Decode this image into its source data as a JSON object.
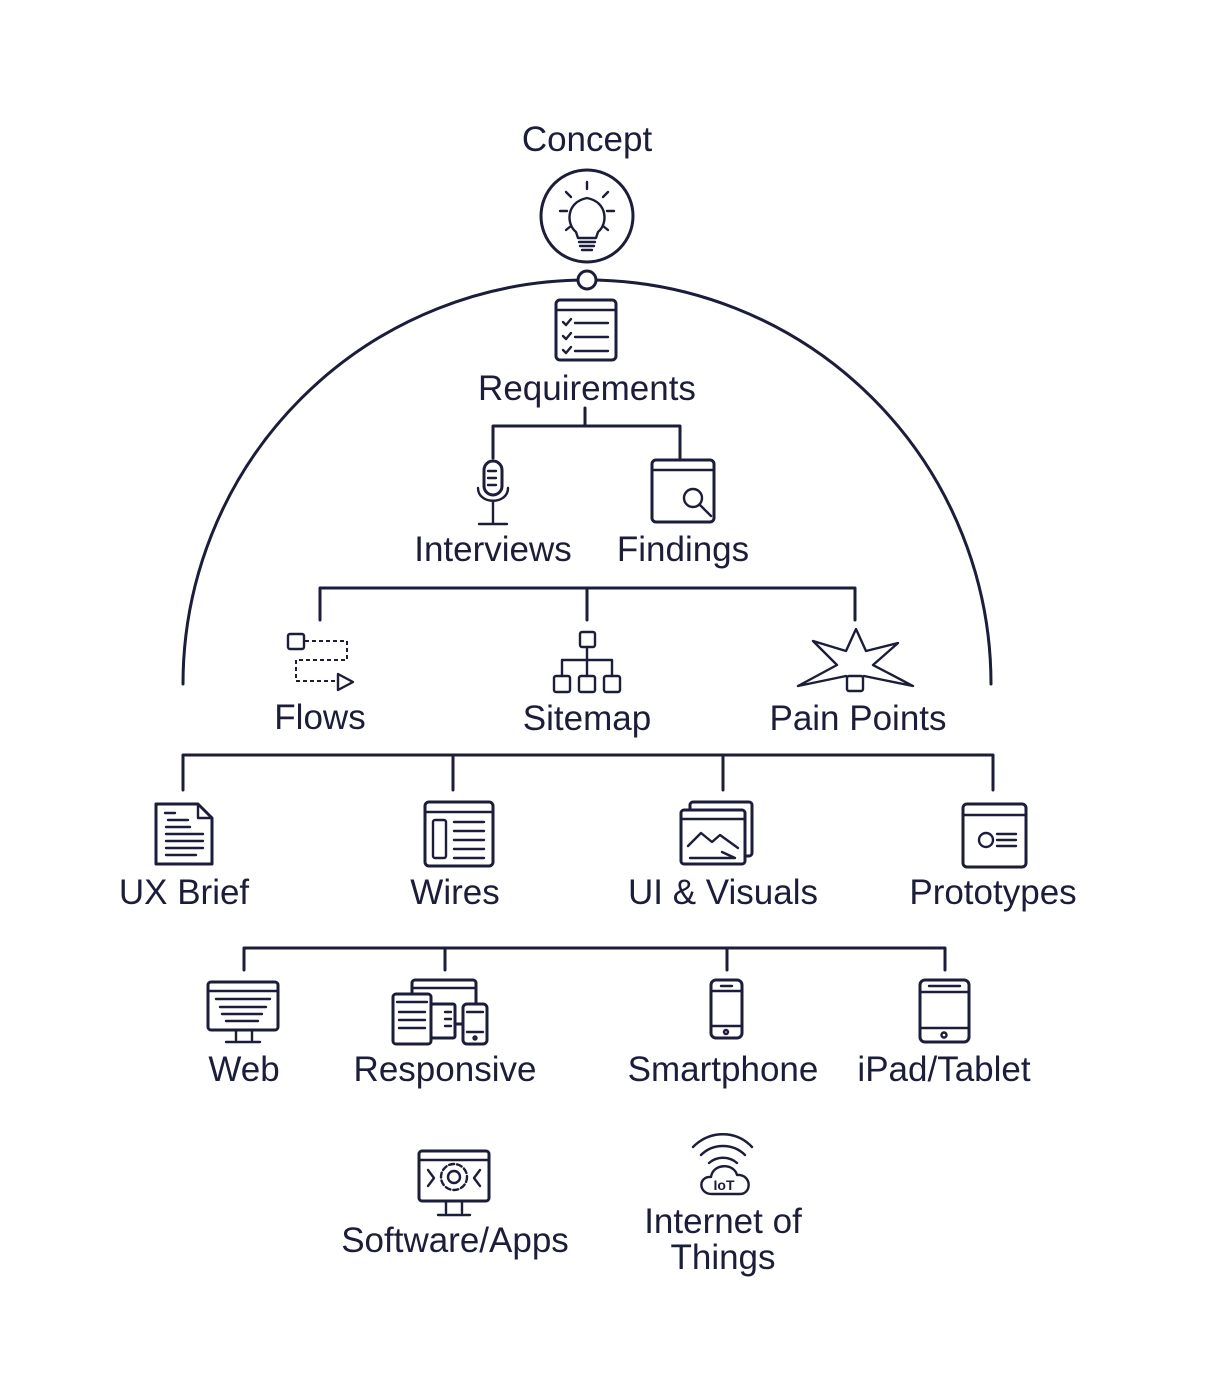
{
  "diagram": {
    "stroke_color": "#1b1d3a",
    "background": "#ffffff",
    "nodes": {
      "concept": "Concept",
      "requirements": "Requirements",
      "interviews": "Interviews",
      "findings": "Findings",
      "flows": "Flows",
      "sitemap": "Sitemap",
      "pain_points": "Pain Points",
      "ux_brief": "UX Brief",
      "wires": "Wires",
      "ui_visuals": "UI & Visuals",
      "prototypes": "Prototypes",
      "web": "Web",
      "responsive": "Responsive",
      "smartphone": "Smartphone",
      "ipad_tablet": "iPad/Tablet",
      "software_apps": "Software/Apps",
      "iot_line1": "Internet of",
      "iot_line2": "Things",
      "iot_badge": "IoT"
    },
    "icons": {
      "concept": "lightbulb-icon",
      "requirements": "checklist-icon",
      "interviews": "microphone-icon",
      "findings": "window-search-icon",
      "flows": "flow-diagram-icon",
      "sitemap": "sitemap-icon",
      "pain_points": "burst-icon",
      "ux_brief": "document-icon",
      "wires": "wireframe-icon",
      "ui_visuals": "image-stack-icon",
      "prototypes": "prototype-window-icon",
      "web": "desktop-monitor-icon",
      "responsive": "multi-device-icon",
      "smartphone": "smartphone-icon",
      "ipad_tablet": "tablet-icon",
      "software_apps": "monitor-gear-icon",
      "iot": "cloud-wifi-icon"
    }
  }
}
